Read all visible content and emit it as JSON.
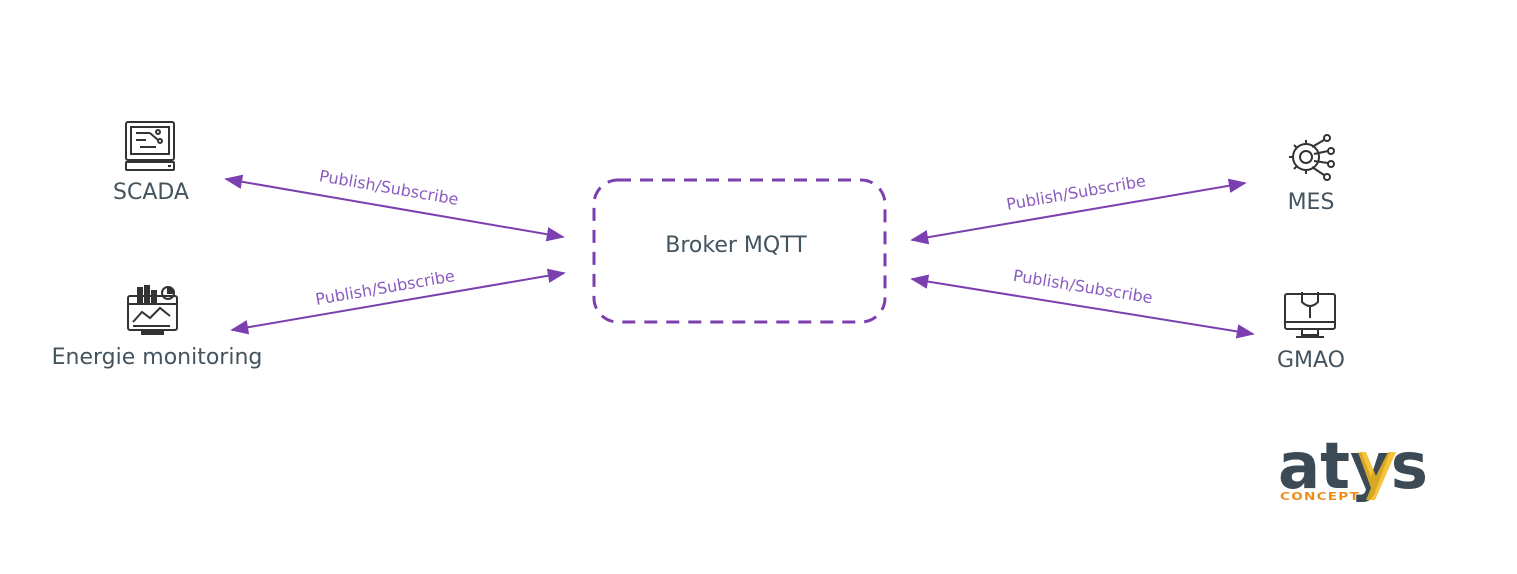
{
  "colors": {
    "arrow": "#7b3fb0",
    "edge_label": "#8a5cc0",
    "node_text": "#44545e",
    "icon": "#333333",
    "logo_dark": "#3b4a55",
    "logo_yellow": "#f5b81c",
    "logo_teal": "#4a8fa0",
    "logo_orange": "#f08c1a"
  },
  "broker": {
    "label": "Broker MQTT"
  },
  "nodes": {
    "scada": {
      "label": "SCADA",
      "icon": "computer-circuit-icon"
    },
    "energie": {
      "label": "Energie monitoring",
      "icon": "dashboard-chart-icon"
    },
    "mes": {
      "label": "MES",
      "icon": "gear-network-icon"
    },
    "gmao": {
      "label": "GMAO",
      "icon": "wrench-monitor-icon"
    }
  },
  "edges": {
    "scada": {
      "label": "Publish/Subscribe"
    },
    "energie": {
      "label": "Publish/Subscribe"
    },
    "mes": {
      "label": "Publish/Subscribe"
    },
    "gmao": {
      "label": "Publish/Subscribe"
    }
  },
  "logo": {
    "main": "atys",
    "sub": "CONCEPT"
  }
}
